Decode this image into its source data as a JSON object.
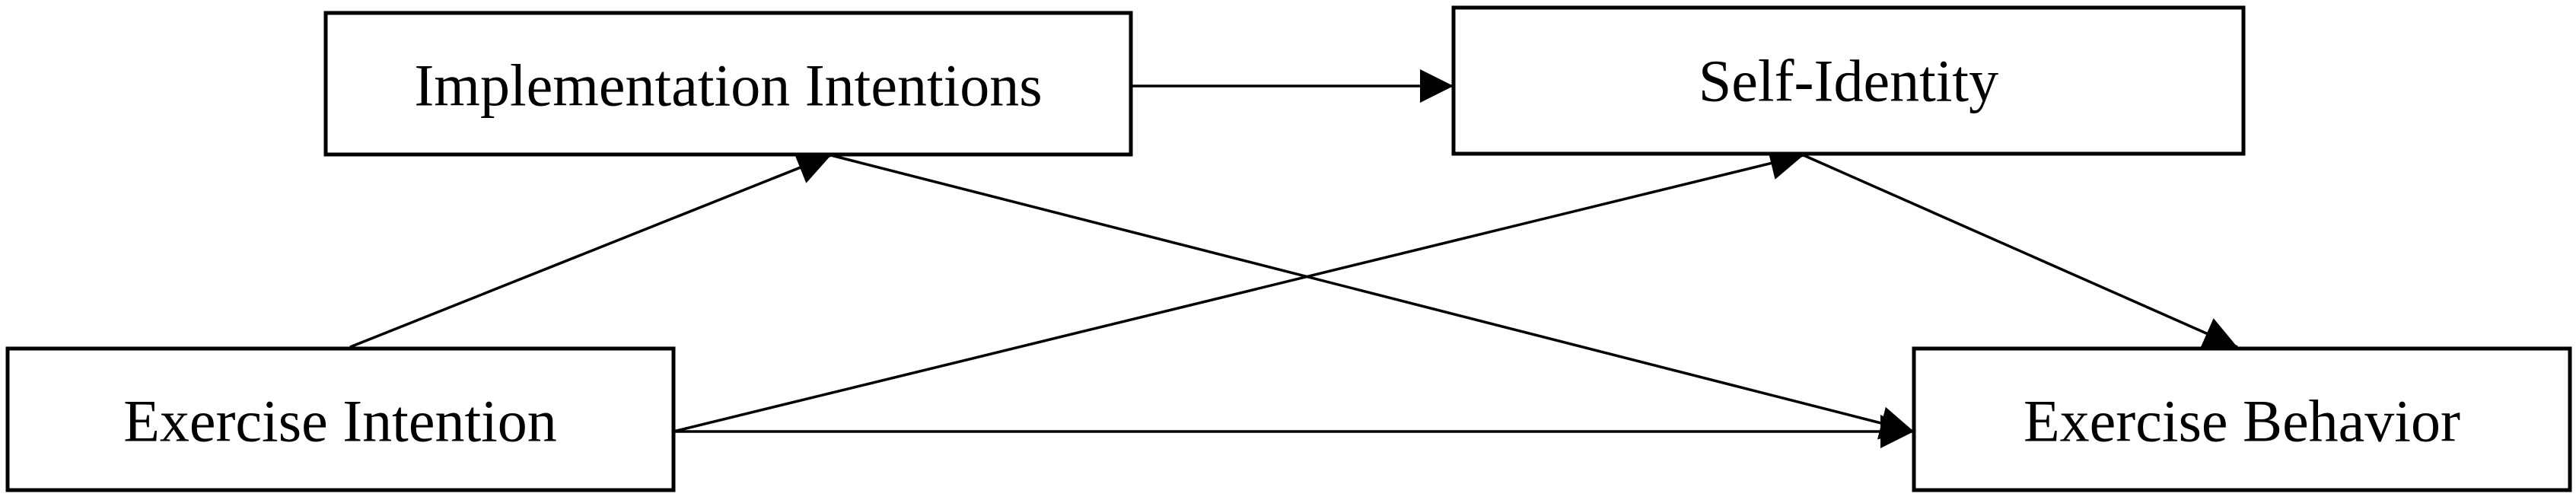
{
  "diagram": {
    "nodes": {
      "implementation_intentions": {
        "label": "Implementation Intentions"
      },
      "self_identity": {
        "label": "Self-Identity"
      },
      "exercise_intention": {
        "label": "Exercise Intention"
      },
      "exercise_behavior": {
        "label": "Exercise Behavior"
      }
    },
    "edges": [
      {
        "from": "Implementation Intentions",
        "to": "Self-Identity"
      },
      {
        "from": "Exercise Intention",
        "to": "Implementation Intentions"
      },
      {
        "from": "Exercise Intention",
        "to": "Self-Identity"
      },
      {
        "from": "Implementation Intentions",
        "to": "Exercise Behavior"
      },
      {
        "from": "Self-Identity",
        "to": "Exercise Behavior"
      },
      {
        "from": "Exercise Intention",
        "to": "Exercise Behavior"
      }
    ],
    "colors": {
      "stroke": "#000000",
      "background": "#ffffff"
    }
  }
}
